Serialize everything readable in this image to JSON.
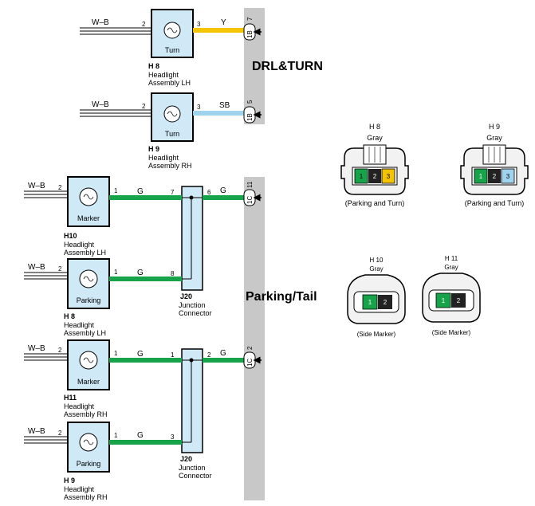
{
  "sections": {
    "drl_turn": "DRL&TURN",
    "parking_tail": "Parking/Tail"
  },
  "colors": {
    "yellow_wire": "#f5c400",
    "sky_blue_wire": "#9fd3ee",
    "green_wire": "#16a34a",
    "component_fill": "#cfe9f7",
    "bus_gray": "#c8c8c8"
  },
  "wire_colors": {
    "wb": "W–B",
    "y": "Y",
    "sb": "SB",
    "g": "G"
  },
  "components": {
    "h8_turn": {
      "id": "H 8",
      "label": "Turn",
      "line1": "Headlight",
      "line2": "Assembly LH",
      "pin_in": "2",
      "pin_out": "3"
    },
    "h9_turn": {
      "id": "H 9",
      "label": "Turn",
      "line1": "Headlight",
      "line2": "Assembly RH",
      "pin_in": "2",
      "pin_out": "3"
    },
    "h10_marker": {
      "id": "H10",
      "label": "Marker",
      "line1": "Headlight",
      "line2": "Assembly LH",
      "pin_in": "2",
      "pin_out": "1"
    },
    "h8_parking": {
      "id": "H 8",
      "label": "Parking",
      "line1": "Headlight",
      "line2": "Assembly LH",
      "pin_in": "2",
      "pin_out": "1"
    },
    "h11_marker": {
      "id": "H11",
      "label": "Marker",
      "line1": "Headlight",
      "line2": "Assembly RH",
      "pin_in": "2",
      "pin_out": "1"
    },
    "h9_parking": {
      "id": "H 9",
      "label": "Parking",
      "line1": "Headlight",
      "line2": "Assembly RH",
      "pin_in": "2",
      "pin_out": "1"
    }
  },
  "junctions": {
    "j20_upper": {
      "id": "J20",
      "line1": "Junction",
      "line2": "Connector",
      "pins": [
        "7",
        "8",
        "6"
      ]
    },
    "j20_lower": {
      "id": "J20",
      "line1": "Junction",
      "line2": "Connector",
      "pins": [
        "1",
        "3",
        "2"
      ]
    }
  },
  "bus_connectors": {
    "c1": {
      "pin": "7",
      "code": "1B"
    },
    "c2": {
      "pin": "5",
      "code": "1B"
    },
    "c3": {
      "pin": "11",
      "code": "1C"
    },
    "c4": {
      "pin": "2",
      "code": "1C"
    }
  },
  "connector_views": {
    "h8": {
      "id": "H 8",
      "color": "Gray",
      "pins": [
        "1",
        "2",
        "3"
      ],
      "caption": "(Parking and Turn)"
    },
    "h9": {
      "id": "H 9",
      "color": "Gray",
      "pins": [
        "1",
        "2",
        "3"
      ],
      "caption": "(Parking and Turn)"
    },
    "h10": {
      "id": "H 10",
      "color": "Gray",
      "pins": [
        "1",
        "2"
      ],
      "caption": "(Side Marker)"
    },
    "h11": {
      "id": "H 11",
      "color": "Gray",
      "pins": [
        "1",
        "2"
      ],
      "caption": "(Side Marker)"
    }
  }
}
